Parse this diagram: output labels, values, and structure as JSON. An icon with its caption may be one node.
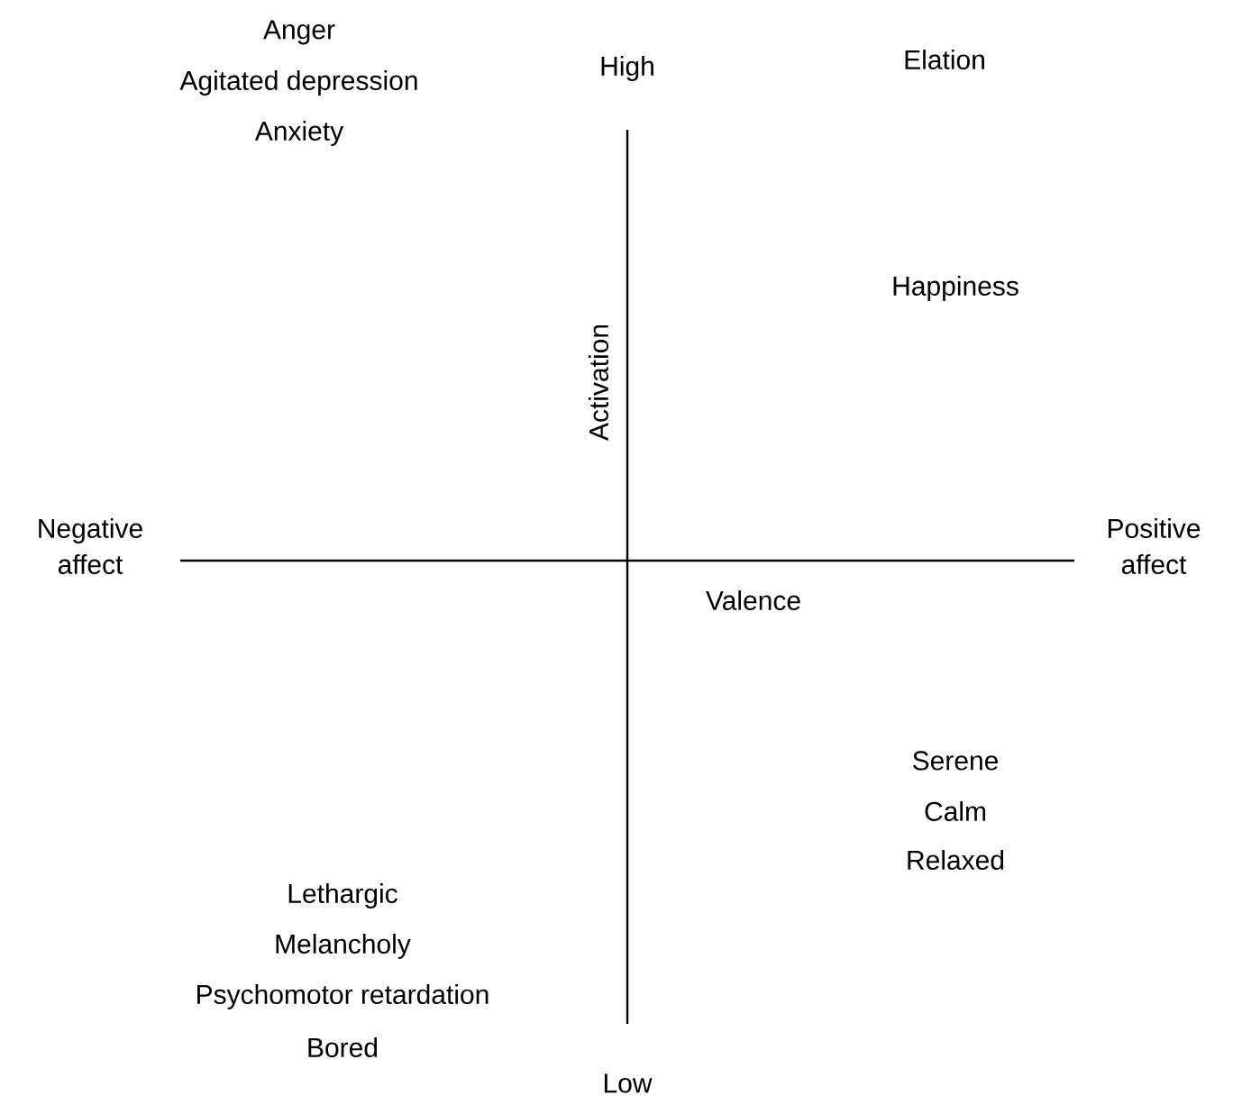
{
  "diagram": {
    "labels": [
      "Anger",
      "Agitated depression",
      "Anxiety",
      "High",
      "Elation",
      "Happiness",
      "Activation",
      "Negative affect",
      "Positive affect",
      "Valence",
      "Serene",
      "Calm",
      "Relaxed",
      "Lethargic",
      "Melancholy",
      "Psychomotor retardation",
      "Bored",
      "Low"
    ]
  }
}
